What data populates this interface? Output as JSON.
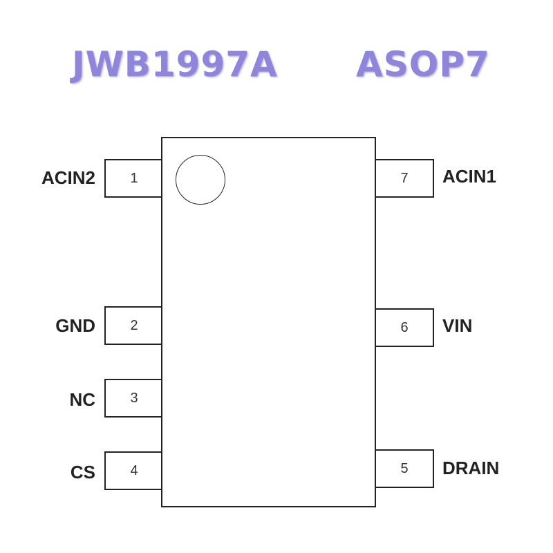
{
  "header": {
    "part_number": "JWB1997A",
    "package": "ASOP7"
  },
  "pins": [
    {
      "number": "1",
      "name": "ACIN2"
    },
    {
      "number": "2",
      "name": "GND"
    },
    {
      "number": "3",
      "name": "NC"
    },
    {
      "number": "4",
      "name": "CS"
    },
    {
      "number": "5",
      "name": "DRAIN"
    },
    {
      "number": "6",
      "name": "VIN"
    },
    {
      "number": "7",
      "name": "ACIN1"
    }
  ],
  "colors": {
    "title": "#8f85d9",
    "outline": "#222222",
    "background": "#ffffff"
  }
}
